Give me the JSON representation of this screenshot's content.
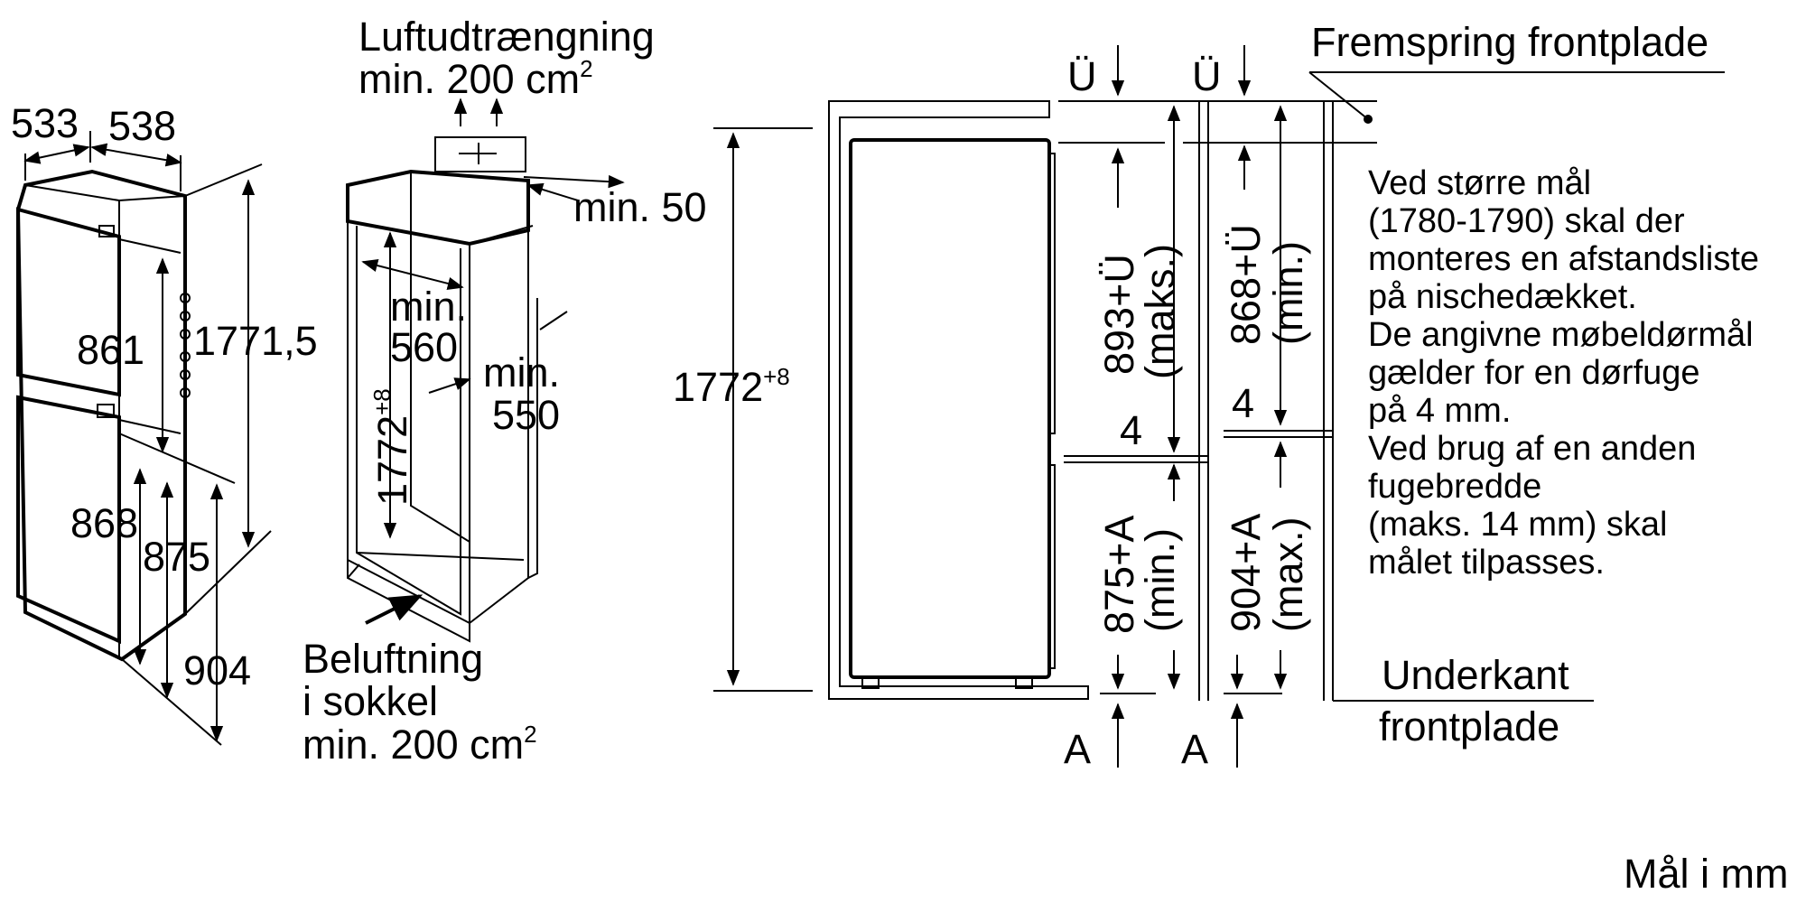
{
  "left_unit": {
    "depth_outer": "533",
    "depth_inner": "538",
    "height_upper": "861",
    "height_total": "1771,5",
    "height_lower": "868",
    "height_875": "875",
    "height_904": "904"
  },
  "niche": {
    "vent_top_line1": "Luftudtrængning",
    "vent_top_line2": "min. 200 cm",
    "vent_top_sup": "2",
    "min50": "min. 50",
    "min560_line1": "min.",
    "min560_line2": "560",
    "min550_line1": "min.",
    "min550_line2": "550",
    "height_label": "1772",
    "height_sup": "+8",
    "vent_bottom_line1": "Beluftning",
    "vent_bottom_line2": "i sokkel",
    "vent_bottom_line3": "min. 200 cm",
    "vent_bottom_sup": "2"
  },
  "section": {
    "height_label": "1772",
    "height_sup": "+8",
    "u_left": "Ü",
    "u_right": "Ü",
    "dim_893": "893+Ü",
    "dim_893_note": "(maks.)",
    "dim_868": "868+Ü",
    "dim_868_note": "(min.)",
    "gap_left": "4",
    "gap_right": "4",
    "dim_875": "875+A",
    "dim_875_note": "(min.)",
    "dim_904": "904+A",
    "dim_904_note": "(max.)",
    "a_left": "A",
    "a_right": "A"
  },
  "labels": {
    "front_projection": "Fremspring frontplade",
    "bottom_edge_line1": "Underkant",
    "bottom_edge_line2": "frontplade",
    "units": "Mål i mm"
  },
  "note_lines": [
    "Ved større mål",
    "(1780-1790) skal der",
    "monteres en afstandsliste",
    "på nischedækket.",
    "De angivne møbeldørmål",
    "gælder for en dørfuge",
    " på 4 mm.",
    " Ved brug af en anden",
    " fugebredde",
    " (maks. 14 mm) skal",
    " målet tilpasses."
  ]
}
